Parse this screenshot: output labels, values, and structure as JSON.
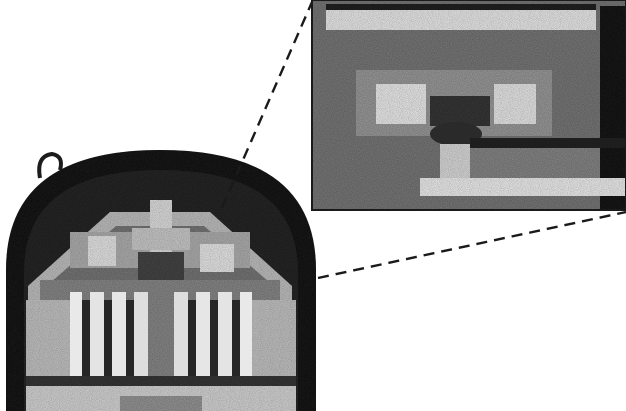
{
  "figure": {
    "subject": "",
    "has_text_labels": false
  },
  "colors": {
    "background": "#ffffff",
    "housing_dark": "#1c1c1c",
    "housing_mid": "#5a5a5a",
    "metal_light": "#d6d6d6",
    "metal_mid": "#9a9a9a",
    "metal_dark": "#3a3a3a",
    "leader_line": "#1a1a1a"
  },
  "parts": {
    "housing": "compressor-housing",
    "scroll_set": "scroll-vane-set",
    "magnified_view": "detail-inset",
    "leaders": "dashed-leader-lines"
  }
}
